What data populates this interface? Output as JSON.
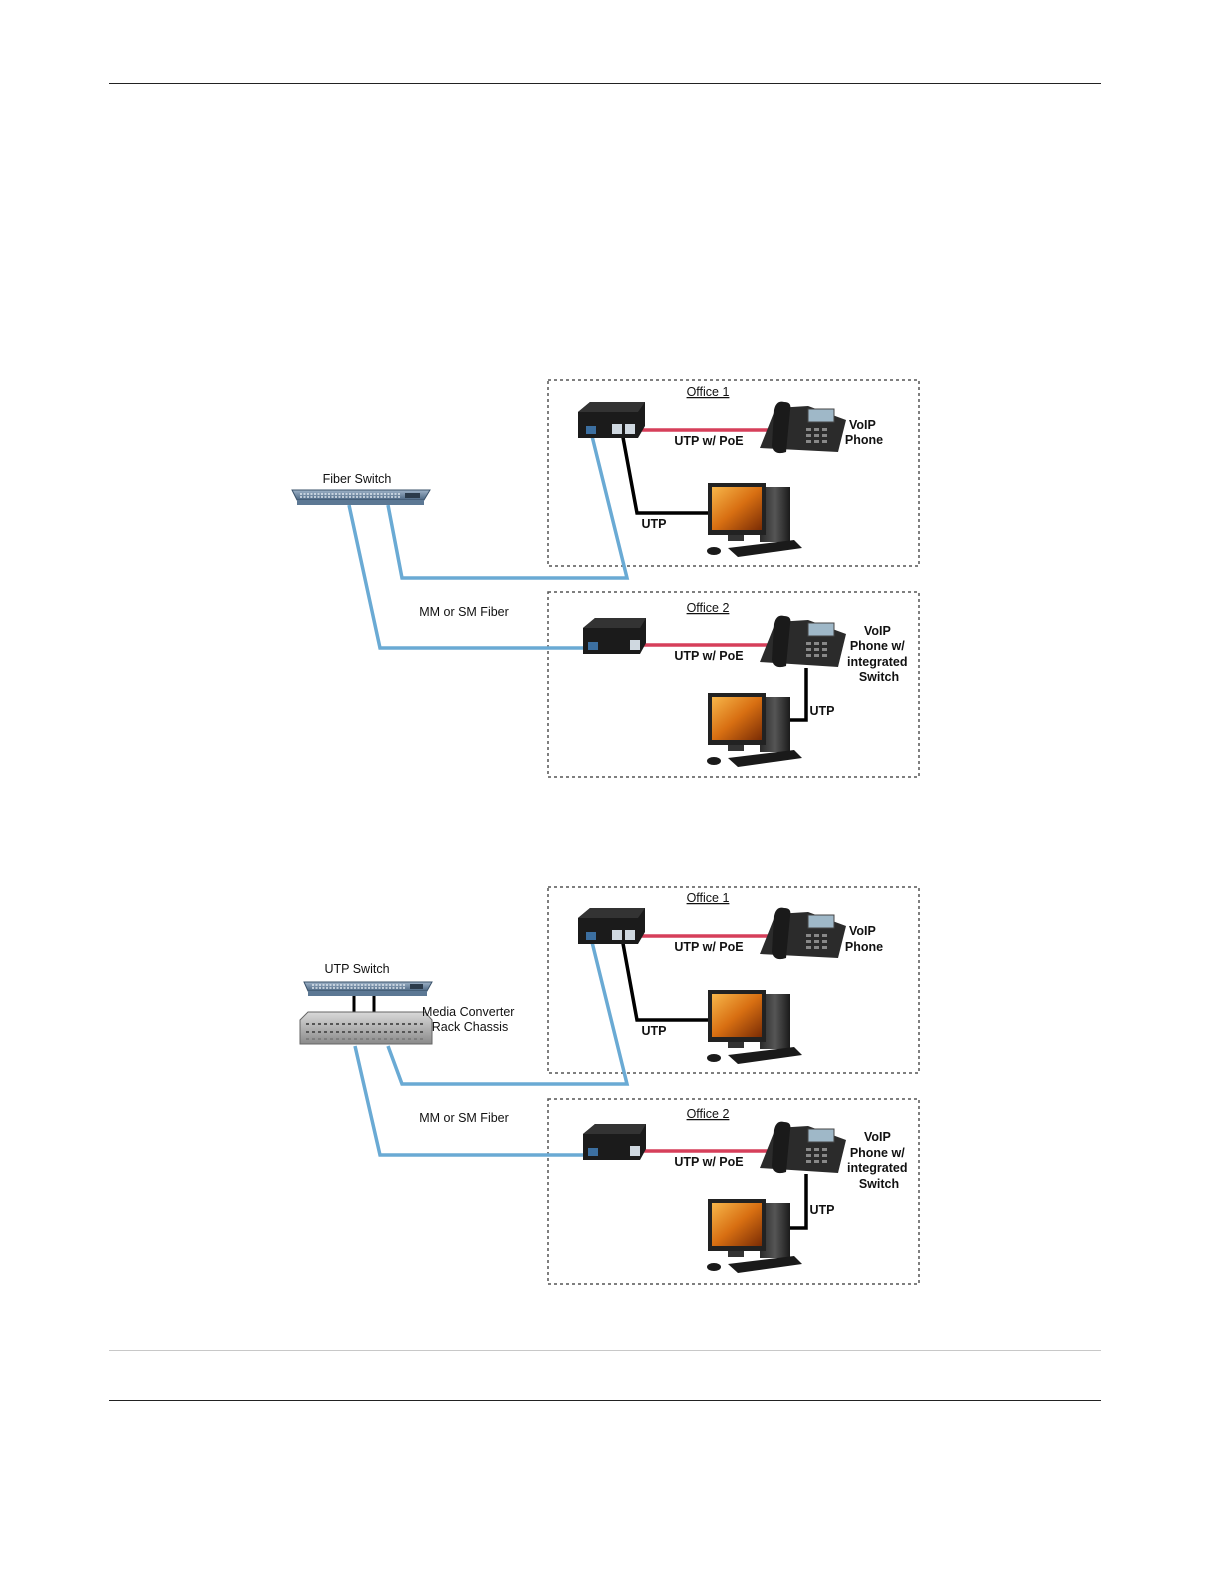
{
  "diagram_a": {
    "office1": {
      "title": "Office 1",
      "phone_label": [
        "VoIP",
        "Phone"
      ],
      "poe_label": "UTP w/ PoE",
      "utp_label": "UTP"
    },
    "office2": {
      "title": "Office 2",
      "phone_label": [
        "VoIP",
        "Phone w/",
        "integrated",
        "Switch"
      ],
      "poe_label": "UTP w/ PoE",
      "utp_label": "UTP"
    },
    "switch_label": "Fiber Switch",
    "fiber_label": "MM or SM Fiber"
  },
  "diagram_b": {
    "office1": {
      "title": "Office 1",
      "phone_label": [
        "VoIP",
        "Phone"
      ],
      "poe_label": "UTP w/ PoE",
      "utp_label": "UTP"
    },
    "office2": {
      "title": "Office 2",
      "phone_label": [
        "VoIP",
        "Phone w/",
        "integrated",
        "Switch"
      ],
      "poe_label": "UTP w/ PoE",
      "utp_label": "UTP"
    },
    "switch_label": "UTP Switch",
    "chassis_label": [
      "Media Converter",
      "Rack Chassis"
    ],
    "fiber_label": "MM or SM Fiber"
  },
  "colors": {
    "fiber": "#6aaad4",
    "poe": "#d63f5a",
    "utp": "#000000",
    "office_border": "#555555"
  }
}
